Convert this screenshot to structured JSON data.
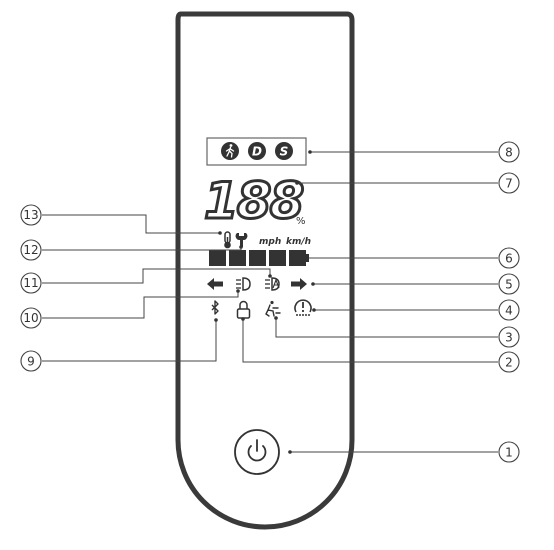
{
  "display": {
    "speed_digits": "188",
    "percent": "%",
    "unit_mph": "mph",
    "unit_kmh": "km/h",
    "mode_icons": [
      "walk-mode-icon",
      "drive-mode-icon",
      "sport-mode-icon"
    ],
    "mode_labels": [
      "",
      "D",
      "S"
    ],
    "battery_segments": 5
  },
  "callouts": [
    "1",
    "2",
    "3",
    "4",
    "5",
    "6",
    "7",
    "8",
    "9",
    "10",
    "11",
    "12",
    "13"
  ],
  "colors": {
    "stroke": "#333333",
    "fill": "#333333",
    "background": "#ffffff"
  }
}
